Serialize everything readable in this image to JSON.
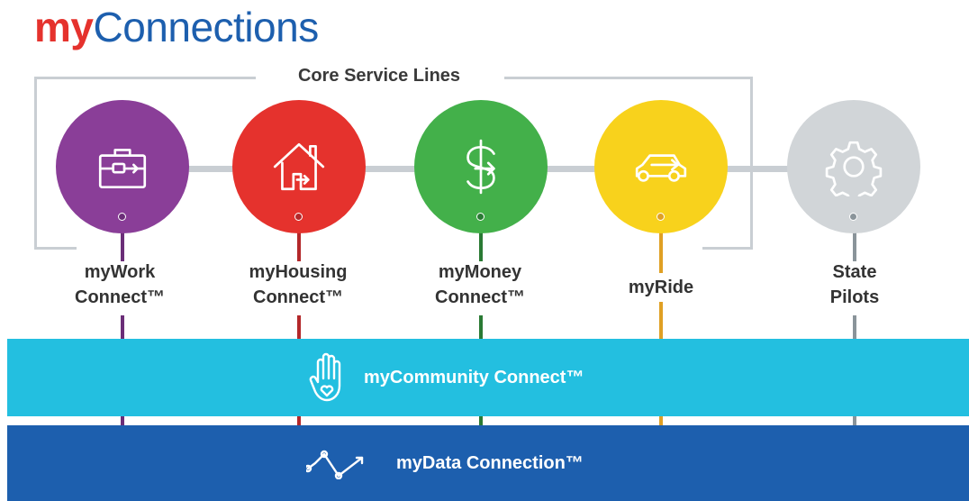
{
  "brand": {
    "prefix": "my",
    "name": "Connections"
  },
  "core_label": "Core Service Lines",
  "services": [
    {
      "line1": "myWork",
      "line2": "Connect™",
      "color": "#8a3e98",
      "stem_color": "#6b2e78",
      "icon": "briefcase-icon"
    },
    {
      "line1": "myHousing",
      "line2": "Connect™",
      "color": "#e5322d",
      "stem_color": "#b3282a",
      "icon": "house-icon"
    },
    {
      "line1": "myMoney",
      "line2": "Connect™",
      "color": "#43b04a",
      "stem_color": "#2a7a34",
      "icon": "dollar-icon"
    },
    {
      "line1": "myRide",
      "line2": "",
      "color": "#f8d21c",
      "stem_color": "#e0a024",
      "icon": "car-icon"
    },
    {
      "line1": "State",
      "line2": "Pilots",
      "color": "#d1d5d8",
      "stem_color": "#8a949a",
      "icon": "gear-icon"
    }
  ],
  "community": {
    "title": "myCommunity Connect™",
    "color": "#23bfe0",
    "icon": "hand-heart-icon"
  },
  "data": {
    "title": "myData Connection™",
    "color": "#1d5fae",
    "icon": "line-graph-icon"
  }
}
